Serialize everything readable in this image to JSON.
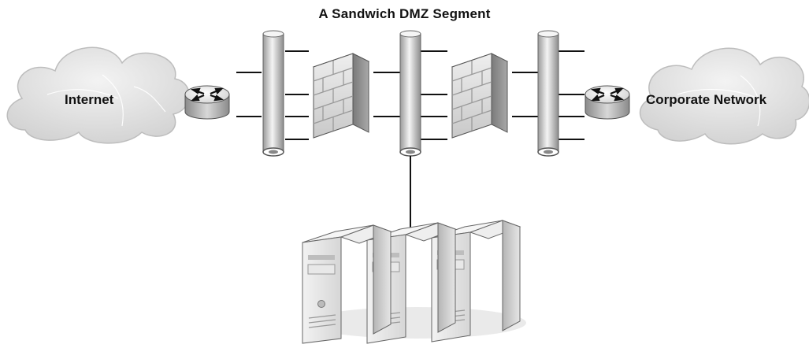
{
  "diagram": {
    "title": "A Sandwich DMZ Segment",
    "nodes": {
      "internet": {
        "label": "Internet",
        "icon": "cloud-icon"
      },
      "router_left": {
        "icon": "router-icon"
      },
      "bus_left": {
        "icon": "network-segment-icon"
      },
      "firewall_left": {
        "icon": "firewall-icon"
      },
      "bus_dmz": {
        "icon": "network-segment-icon"
      },
      "firewall_right": {
        "icon": "firewall-icon"
      },
      "bus_right": {
        "icon": "network-segment-icon"
      },
      "router_right": {
        "icon": "router-icon"
      },
      "corporate": {
        "label": "Corporate Network",
        "icon": "cloud-icon"
      },
      "servers": {
        "icon": "server-icon",
        "count": 3
      }
    },
    "colors": {
      "line": "#111111",
      "cloud_fill": "#e6e6e6",
      "device_fill": "#d9d9d9"
    }
  }
}
